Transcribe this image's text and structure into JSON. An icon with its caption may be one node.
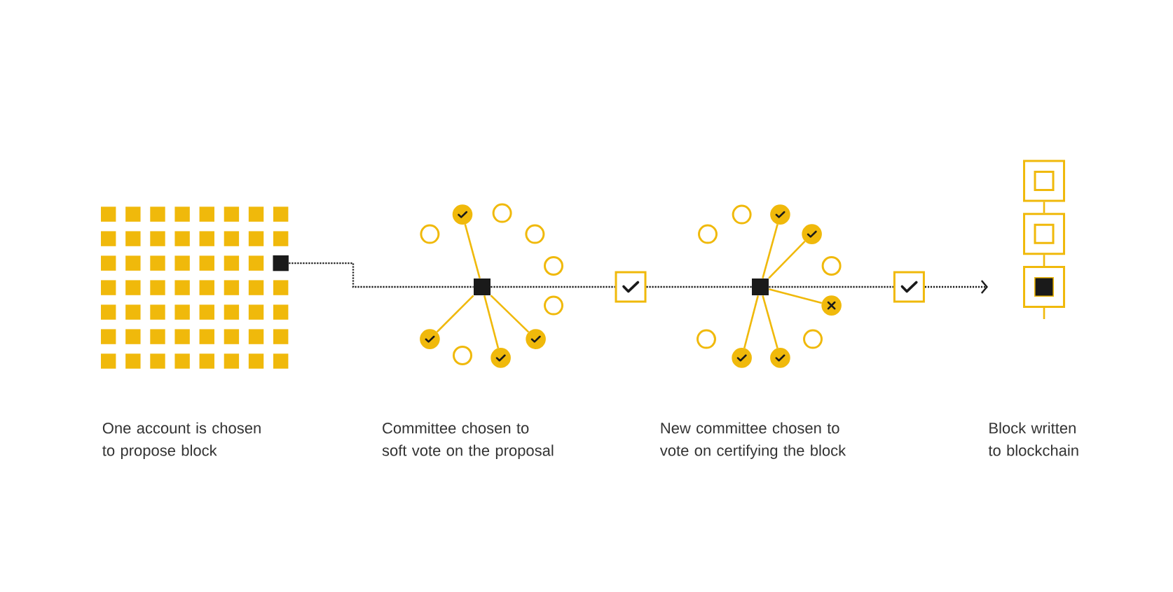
{
  "diagram": {
    "nodes": [
      {
        "text": [],
        "shape": "box"
      },
      {
        "text": [],
        "shape": "box"
      },
      {
        "text": [],
        "shape": "circle"
      },
      {
        "text": [],
        "shape": "circle"
      },
      {
        "text": [],
        "shape": "circle"
      },
      {
        "text": [],
        "shape": "circle"
      },
      {
        "text": [],
        "shape": "circle"
      },
      {
        "text": [],
        "shape": "circle"
      },
      {
        "text": [],
        "shape": "circle"
      },
      {
        "text": [],
        "shape": "circle"
      },
      {
        "text": [],
        "shape": "circle"
      },
      {
        "text": [],
        "shape": "circle"
      },
      {
        "text": [],
        "shape": "box"
      },
      {
        "text": [],
        "shape": "box"
      },
      {
        "text": [],
        "shape": "circle"
      },
      {
        "text": [],
        "shape": "circle"
      },
      {
        "text": [],
        "shape": "circle"
      },
      {
        "text": [],
        "shape": "circle"
      },
      {
        "text": [],
        "shape": "circle"
      },
      {
        "text": [],
        "shape": "circle"
      },
      {
        "text": [],
        "shape": "circle"
      },
      {
        "text": [],
        "shape": "circle"
      },
      {
        "text": [],
        "shape": "circle"
      },
      {
        "text": [],
        "shape": "circle"
      },
      {
        "text": [],
        "shape": "box"
      },
      {
        "text": [],
        "shape": "box"
      },
      {
        "text": [],
        "shape": "box"
      },
      {
        "text": [],
        "shape": "box"
      }
    ],
    "edges": [
      {
        "from": 0,
        "to": 1,
        "arrow": "none",
        "style": "dashed",
        "color": "#1a1a1a"
      },
      {
        "from": 1,
        "to": 2,
        "arrow": "none"
      },
      {
        "from": 1,
        "to": 8,
        "arrow": "none"
      },
      {
        "from": 1,
        "to": 11,
        "arrow": "none"
      },
      {
        "from": 1,
        "to": 9,
        "arrow": "none"
      },
      {
        "from": 1,
        "to": 12,
        "arrow": "none",
        "style": "dashed",
        "color": "#1a1a1a"
      },
      {
        "from": 12,
        "to": 13,
        "arrow": "none",
        "style": "dashed",
        "color": "#1a1a1a"
      },
      {
        "from": 13,
        "to": 15,
        "arrow": "none"
      },
      {
        "from": 13,
        "to": 17,
        "arrow": "none"
      },
      {
        "from": 13,
        "to": 19,
        "arrow": "none"
      },
      {
        "from": 13,
        "to": 23,
        "arrow": "none"
      },
      {
        "from": 13,
        "to": 22,
        "arrow": "none"
      },
      {
        "from": 13,
        "to": 24,
        "arrow": "none",
        "style": "dashed",
        "color": "#1a1a1a"
      },
      {
        "from": 24,
        "to": 27,
        "arrow": "to",
        "style": "dashed",
        "color": "#1a1a1a"
      },
      {
        "from": 25,
        "to": 26,
        "arrow": "none"
      },
      {
        "from": 26,
        "to": 27,
        "arrow": "none"
      },
      {
        "from": 27,
        "to": null,
        "arrow": "none"
      }
    ],
    "labels": [
      "One account is chosen to propose block",
      "Committee chosen to soft vote on the proposal",
      "New committee chosen to vote on certifying the block",
      "Block written to blockchain"
    ]
  }
}
